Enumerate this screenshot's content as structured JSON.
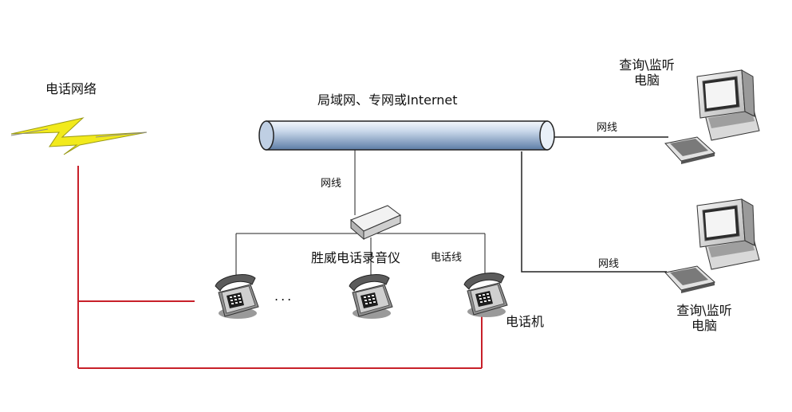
{
  "labels": {
    "telephone_network": "电话网络",
    "lan_wan_internet": "局域网、专网或Internet",
    "network_cable_left": "网线",
    "network_cable_top_right": "网线",
    "network_cable_bottom_right": "网线",
    "recorder": "胜威电话录音仪",
    "phone_line": "电话线",
    "telephone": "电话机",
    "ellipsis": "...",
    "pc_top_line1": "查询\\监听",
    "pc_top_line2": "电脑",
    "pc_bottom_line1": "查询\\监听",
    "pc_bottom_line2": "电脑"
  },
  "colors": {
    "phone_wire": "#c8202a",
    "network_wire": "#222222",
    "tube_light": "#dde8f5",
    "tube_dark": "#6f8cb3",
    "lightning": "#f2ea1c"
  }
}
